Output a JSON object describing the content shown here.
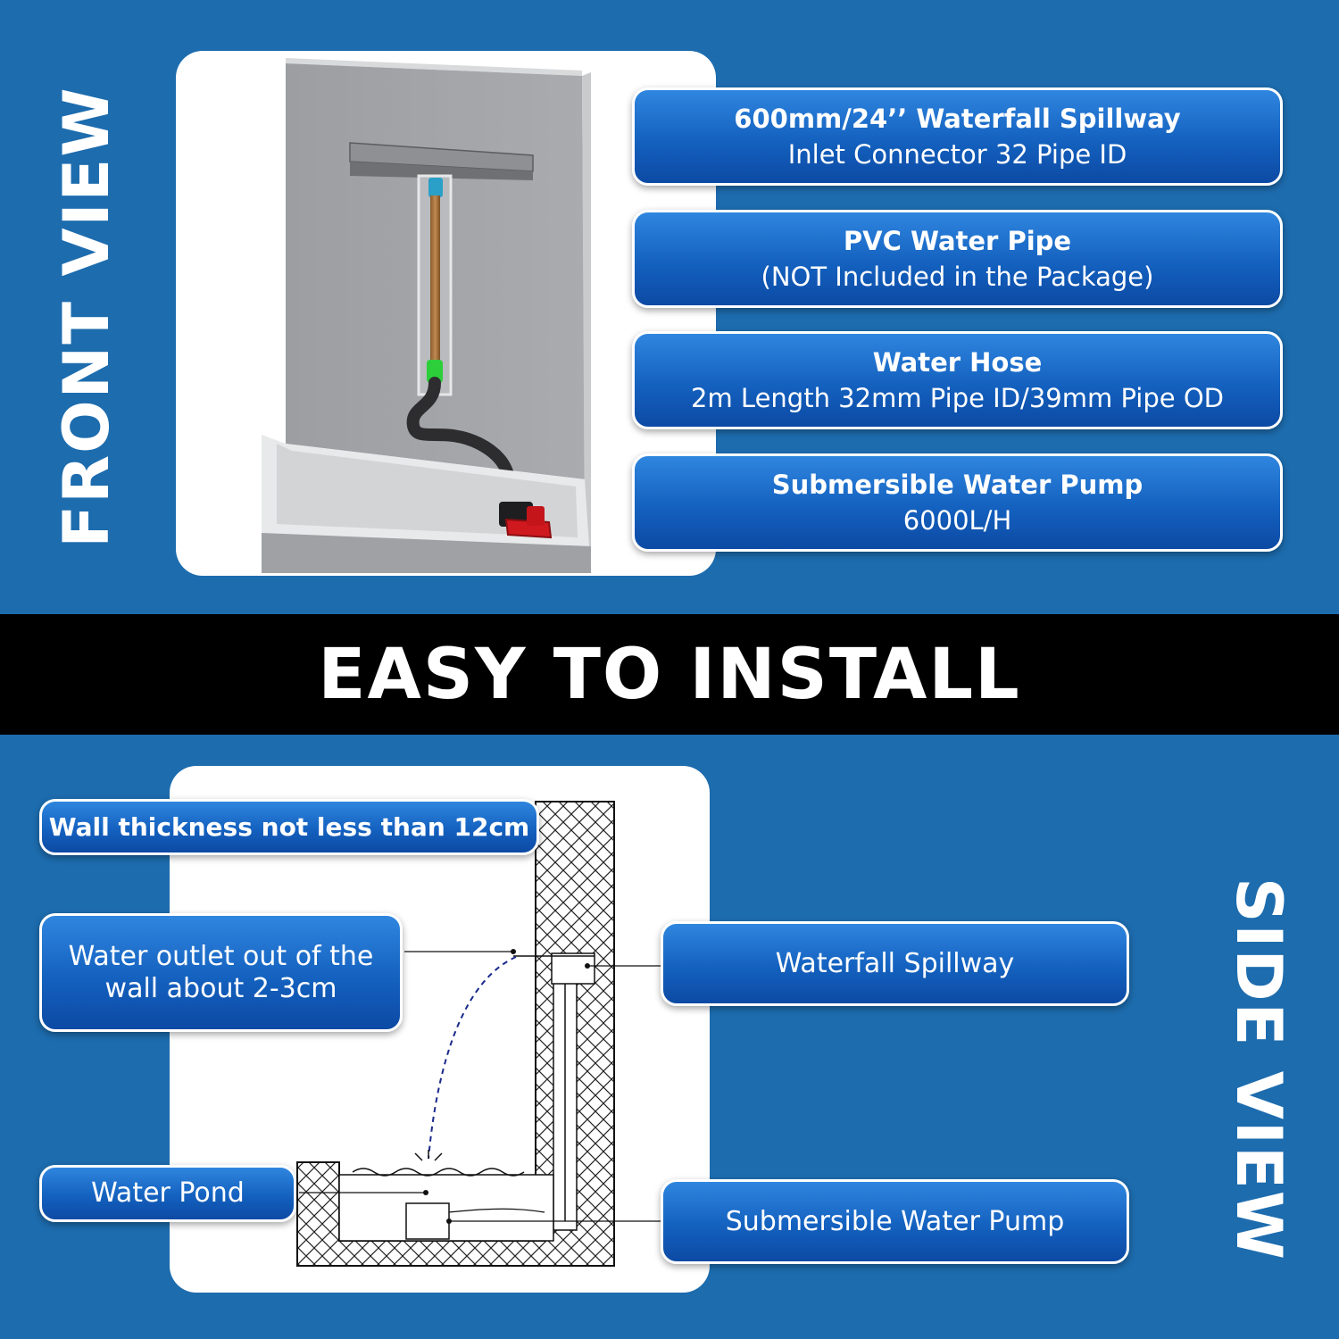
{
  "front_view": {
    "side_label": "FRONT VIEW",
    "callouts": [
      {
        "title": "600mm/24’’ Waterfall Spillway",
        "detail": "Inlet Connector 32 Pipe ID"
      },
      {
        "title": "PVC Water Pipe",
        "detail": "(NOT Included in the Package)"
      },
      {
        "title": "Water Hose",
        "detail": "2m Length 32mm Pipe ID/39mm Pipe OD"
      },
      {
        "title": "Submersible Water Pump",
        "detail": "6000L/H"
      }
    ]
  },
  "banner": {
    "text": "EASY TO INSTALL"
  },
  "side_view": {
    "side_label": "SIDE VIEW",
    "wall_note": "Wall thickness not less than 12cm",
    "outlet_note": {
      "line1": "Water outlet out of the",
      "line2": "wall about 2-3cm"
    },
    "pond_label": "Water Pond",
    "spillway_label": "Waterfall Spillway",
    "pump_label": "Submersible Water Pump"
  },
  "colors": {
    "background": "#1d6cae",
    "banner": "#000000",
    "callout_gradient_top": "#2f86df",
    "callout_gradient_bottom": "#0c4aa4"
  }
}
